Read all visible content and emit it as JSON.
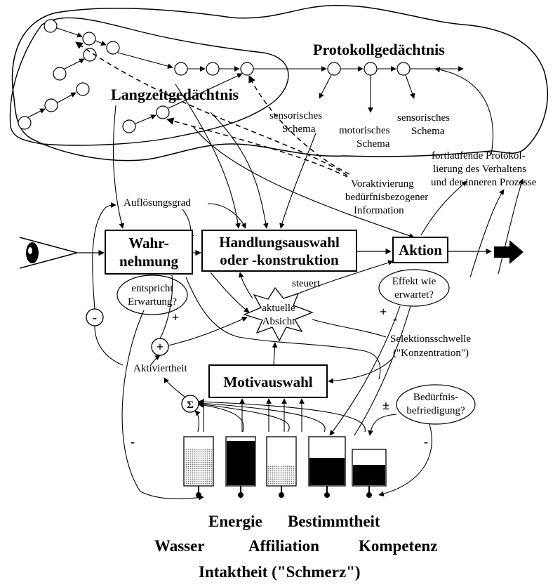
{
  "memory": {
    "protocol_label": "Protokollgedächtnis",
    "longterm_label": "Langzeitgedächtnis",
    "schemas": {
      "sensory_1_line1": "sensorisches",
      "sensory_1_line2": "Schema",
      "motor_line1": "motorisches",
      "motor_line2": "Schema",
      "sensory_2_line1": "sensorisches",
      "sensory_2_line2": "Schema"
    }
  },
  "annotations": {
    "protocol_line1": "fortlaufende Protokol-",
    "protocol_line2": "lierung des Verhaltens",
    "protocol_line3": "und der inneren Prozesse",
    "preactivation_line1": "Voraktivierung",
    "preactivation_line2": "bedürfnisbezogener",
    "preactivation_line3": "Information",
    "resolution": "Auflösungsgrad",
    "steers": "steuert",
    "selection_line1": "Selektionsschwelle",
    "selection_line2": "(\"Konzentration\")",
    "activation": "Aktiviertheit",
    "sigma": "Σ"
  },
  "boxes": {
    "perception_line1": "Wahr-",
    "perception_line2": "nehmung",
    "action_select_line1": "Handlungsauswahl",
    "action_select_line2": "oder -konstruktion",
    "action": "Aktion",
    "motive": "Motivauswahl"
  },
  "bubbles": {
    "expectation_line1": "entspricht",
    "expectation_line2": "Erwartung?",
    "effect_line1": "Effekt wie",
    "effect_line2": "erwartet?",
    "intention_line1": "aktuelle",
    "intention_line2": "Absicht",
    "need_line1": "Bedürfnis-",
    "need_line2": "befriedigung?"
  },
  "signs": {
    "minus": "-",
    "plus": "+",
    "plus_minus": "±"
  },
  "needs": {
    "energie": "Energie",
    "bestimmtheit": "Bestimmtheit",
    "wasser": "Wasser",
    "affiliation": "Affiliation",
    "kompetenz": "Kompetenz",
    "intaktheit": "Intaktheit (\"Schmerz\")"
  }
}
